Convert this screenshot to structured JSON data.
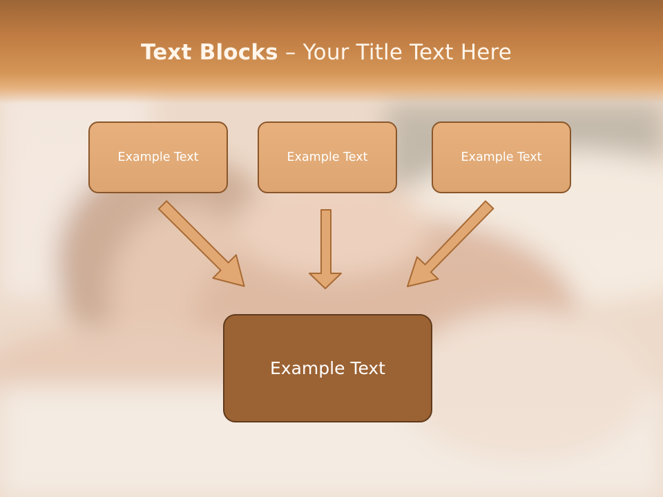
{
  "slide": {
    "title_bold": "Text Blocks",
    "title_rest": " – Your Title Text Here",
    "top_boxes": [
      {
        "label": "Example Text"
      },
      {
        "label": "Example Text"
      },
      {
        "label": "Example Text"
      }
    ],
    "bottom_box": {
      "label": "Example Text"
    }
  },
  "colors": {
    "title_band": "#c07c43",
    "small_box_fill": "#e2ab77",
    "small_box_border": "#8a562a",
    "big_box_fill": "#9b6233",
    "arrow_fill": "#e1a874",
    "arrow_stroke": "#a86a34"
  }
}
